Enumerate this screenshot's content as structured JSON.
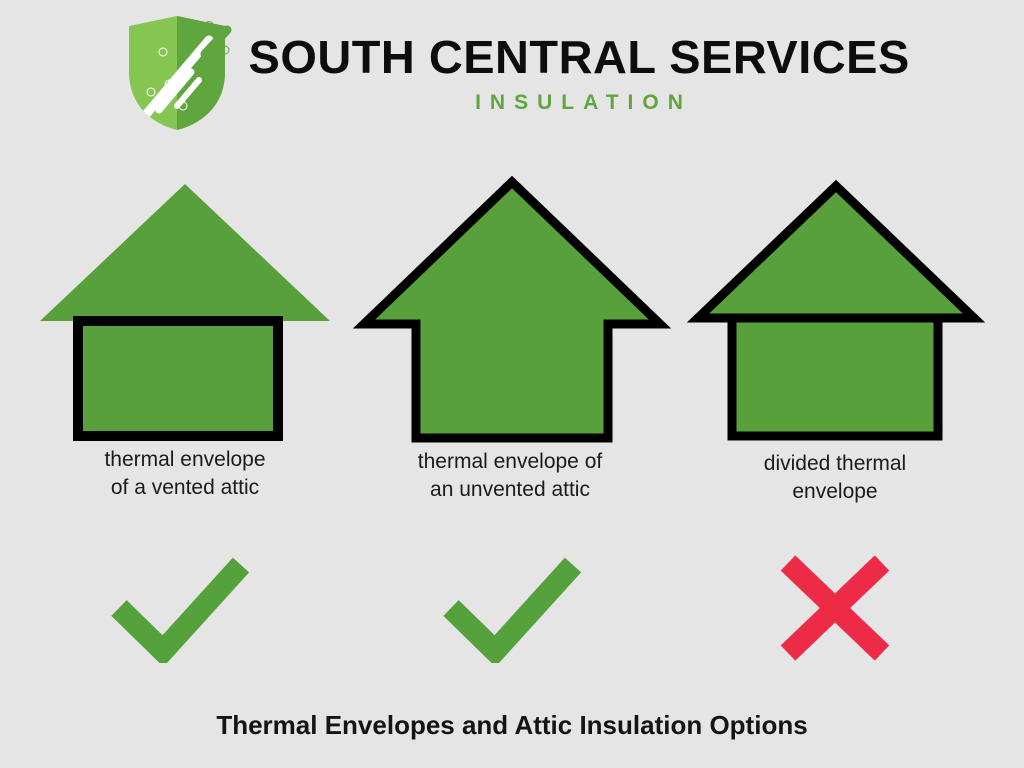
{
  "page": {
    "background_color": "#E6E5E5",
    "footer_title": "Thermal Envelopes and Attic Insulation Options"
  },
  "brand": {
    "name": "SOUTH CENTRAL SERVICES",
    "subtitle": "INSULATION",
    "name_color": "#0D0D0D",
    "subtitle_color": "#5FA63F",
    "shield": {
      "icon": "shield-icon",
      "light_green": "#85C653",
      "dark_green": "#5FA63F",
      "streak_color": "#FFFFFF"
    }
  },
  "diagram": {
    "house_fill": "#57A03C",
    "outline_color": "#000000",
    "check_color": "#55A23C",
    "cross_color": "#EE2B46",
    "items": [
      {
        "caption_line1": "thermal envelope",
        "caption_line2": "of a vented attic",
        "envelope_style": "walls-only-rectangle",
        "verdict": "check",
        "verdict_label": "good"
      },
      {
        "caption_line1": "thermal envelope of",
        "caption_line2": "an unvented attic",
        "envelope_style": "whole-house-outline",
        "verdict": "check",
        "verdict_label": "good"
      },
      {
        "caption_line1": "divided thermal",
        "caption_line2": "envelope",
        "envelope_style": "roof-and-walls-separate",
        "verdict": "cross",
        "verdict_label": "bad"
      }
    ]
  }
}
